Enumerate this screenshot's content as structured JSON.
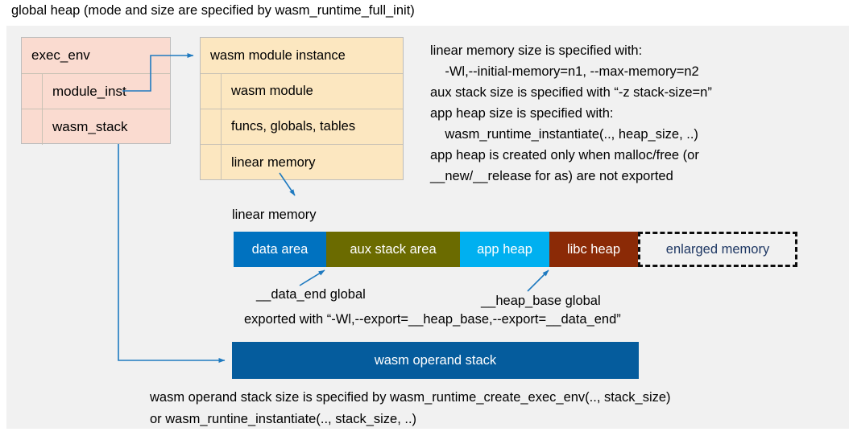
{
  "title": "global heap (mode and size are specified by wasm_runtime_full_init)",
  "colors": {
    "panel_bg": "#f1f1f1",
    "exec_env_fill": "#fadbd0",
    "module_fill": "#fce7c0",
    "data_area": "#0072c0",
    "aux_stack_area": "#6b6b00",
    "app_heap": "#00b0f0",
    "libc_heap": "#8b2a06",
    "enlarged_memory_border": "#0d0d0d",
    "operand_stack": "#055c9d",
    "connector": "#1f7ac0"
  },
  "exec_env": {
    "header": "exec_env",
    "fields": [
      {
        "label": "module_inst"
      },
      {
        "label": "wasm_stack"
      }
    ]
  },
  "module_instance": {
    "header": "wasm module instance",
    "fields": [
      {
        "label": "wasm module"
      },
      {
        "label": "funcs, globals, tables"
      },
      {
        "label": "linear memory"
      }
    ]
  },
  "notes": "linear memory size is specified with:\n    -Wl,--initial-memory=n1, --max-memory=n2\naux stack size is specified with “-z stack-size=n”\napp heap size is specified with:\n    wasm_runtime_instantiate(.., heap_size, ..)\napp heap is created only when malloc/free (or\n__new/__release for as) are not exported",
  "linear_memory": {
    "label": "linear memory",
    "segments": [
      {
        "name": "data area",
        "color": "#0072c0",
        "width": 115
      },
      {
        "name": "aux stack area",
        "color": "#6b6b00",
        "width": 166
      },
      {
        "name": "app heap",
        "color": "#00b0f0",
        "width": 111
      },
      {
        "name": "libc heap",
        "color": "#8b2a06",
        "width": 110
      },
      {
        "name": "enlarged memory",
        "color": "#f1f1f1",
        "width": 198,
        "dashed": true
      }
    ]
  },
  "annotations": {
    "data_end": "__data_end global",
    "heap_base": "__heap_base global",
    "exported": "exported with “-Wl,--export=__heap_base,--export=__data_end”"
  },
  "operand_stack": {
    "label": "wasm operand stack"
  },
  "bottom_note": "wasm operand stack size is specified by wasm_runtime_create_exec_env(.., stack_size)\nor wasm_runtine_instantiate(.., stack_size, ..)"
}
